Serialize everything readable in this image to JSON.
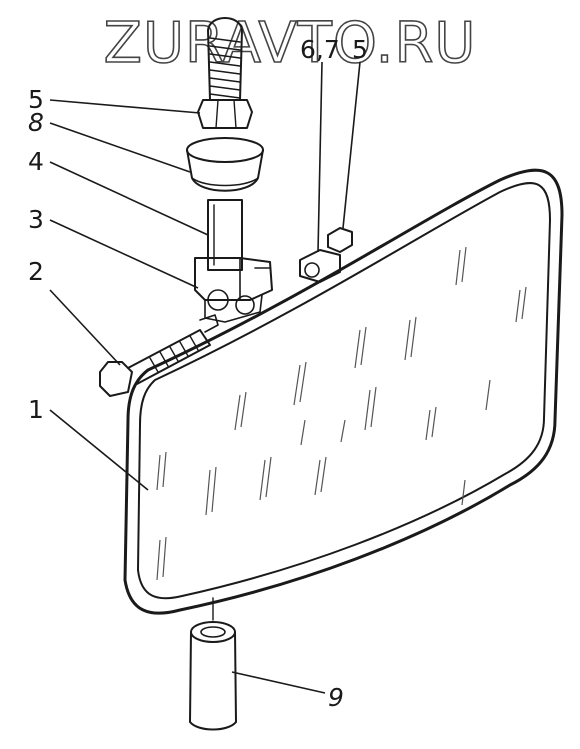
{
  "watermark": "ZURAVTO.RU",
  "callouts": {
    "c1": "1",
    "c2": "2",
    "c3": "3",
    "c4": "4",
    "c5_left": "5",
    "c8": "8",
    "c67": "6,7",
    "c5_right": "5",
    "c9": "9"
  }
}
